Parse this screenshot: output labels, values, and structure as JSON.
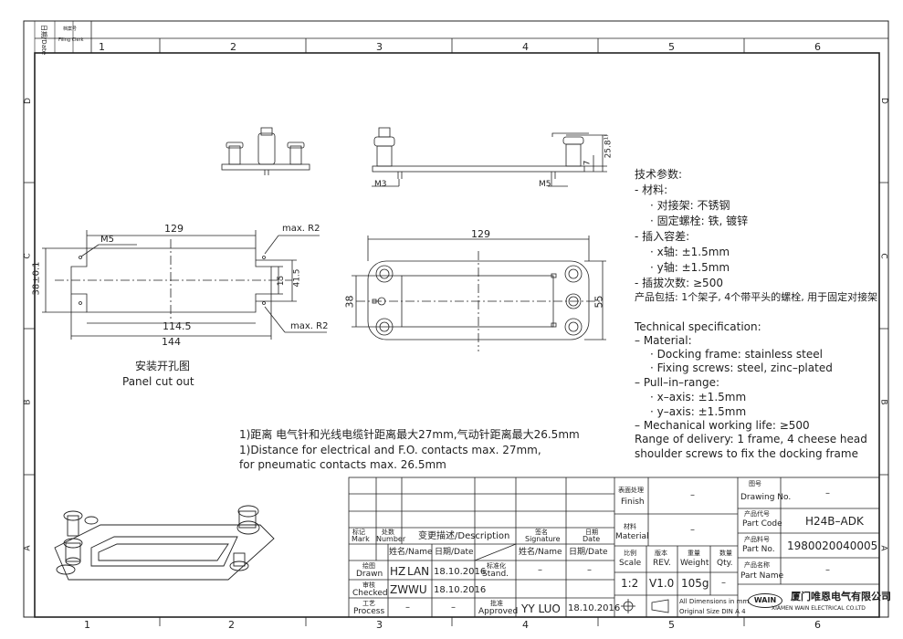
{
  "frame": {
    "top_zones": [
      "1",
      "2",
      "3",
      "4",
      "5",
      "6"
    ],
    "bottom_zones": [
      "1",
      "2",
      "3",
      "4",
      "5",
      "6"
    ],
    "side_zones": [
      "D",
      "C",
      "B",
      "A"
    ],
    "margin_labels": {
      "date": "日期/Date",
      "filing": "档案号",
      "filing_en": "Filing Clerk"
    }
  },
  "drawing": {
    "side_view_labels": {
      "m3": "M3",
      "m5": "M5",
      "dim_7": "7",
      "dim_25_8": "25.8¹⁾"
    },
    "cutout": {
      "dim_129": "129",
      "m5": "M5",
      "max_r2_top": "max. R2",
      "dim_38": "38±0.1",
      "dim_15": "15",
      "dim_41_5": "41.5",
      "dim_114_5": "114.5",
      "dim_144": "144",
      "max_r2_bottom": "max. R2",
      "title_cn": "安装开孔图",
      "title_en": "Panel cut out"
    },
    "frame_view": {
      "dim_129": "129",
      "dim_38": "38",
      "dim_55": "55"
    }
  },
  "notes": {
    "cn": "1)距离 电气针和光线电缆针距离最大27mm,气动针距离最大26.5mm",
    "en1": "1)Distance for electrical and F.O. contacts max. 27mm,",
    "en2": "for pneumatic contacts max. 26.5mm"
  },
  "spec": {
    "cn": [
      "技术参数:",
      "- 材料:",
      "· 对接架: 不锈钢",
      "· 固定螺栓: 铁, 镀锌",
      "- 插入容差:",
      "· x轴: ±1.5mm",
      "· y轴: ±1.5mm",
      "- 插拔次数: ≥500",
      "产品包括: 1个架子, 4个带平头的螺栓, 用于固定对接架"
    ],
    "en": [
      "Technical specification:",
      "– Material:",
      "· Docking frame: stainless steel",
      "· Fixing screws: steel, zinc–plated",
      "– Pull–in–range:",
      "· x–axis: ±1.5mm",
      "· y–axis: ±1.5mm",
      "– Mechanical working life: ≥500",
      "Range of delivery: 1 frame, 4 cheese head",
      "shoulder screws to fix the docking frame"
    ]
  },
  "title_block": {
    "mark_cn": "标记",
    "mark": "Mark",
    "number_cn": "处数",
    "number": "Number",
    "description": "变更描述/Description",
    "signature_cn": "签名",
    "signature": "Signature",
    "date_cn": "日期",
    "date": "Date",
    "name_hdr": "姓名/Name",
    "date_hdr": "日期/Date",
    "name_hdr2": "姓名/Name",
    "date_hdr2": "日期/Date",
    "drawn_cn": "绘图",
    "drawn": "Drawn",
    "drawn_name1": "HZ",
    "drawn_name2": "LAN",
    "drawn_date": "18.10.2016",
    "stand_cn": "标准化",
    "stand": "Stand.",
    "stand_name": "–",
    "stand_date": "–",
    "checked_cn": "审核",
    "checked": "Checked",
    "checked_name1": "ZW",
    "checked_name2": "WU",
    "checked_date": "18.10.2016",
    "process_cn": "工艺",
    "process": "Process",
    "process_name": "–",
    "process_date": "–",
    "approved_cn": "批准",
    "approved": "Approved",
    "approved_name": "YY LUO",
    "approved_date": "18.10.2016",
    "finish_cn": "表面处理",
    "finish": "Finish",
    "finish_val": "–",
    "material_cn": "材料",
    "material": "Material",
    "material_val": "–",
    "scale_cn": "比例",
    "scale": "Scale",
    "scale_val": "1:2",
    "rev_cn": "版本",
    "rev": "REV.",
    "rev_val": "V1.0",
    "weight_cn": "重量",
    "weight": "Weight",
    "weight_val": "105g",
    "qty_cn": "数量",
    "qty": "Qty.",
    "qty_val": "–",
    "dims_note1": "All Dimensions in mm",
    "dims_note2": "Original Size DIN A 4",
    "drawing_no_cn": "图号",
    "drawing_no": "Drawing No.",
    "drawing_no_val": "–",
    "part_code_cn": "产品代号",
    "part_code": "Part Code",
    "part_code_val": "H24B–ADK",
    "part_no_cn": "产品料号",
    "part_no": "Part No.",
    "part_no_val": "1980020040005",
    "part_name_cn": "产品名称",
    "part_name": "Part Name",
    "part_name_val": "–",
    "logo": "WAIN",
    "company_cn": "厦门唯恩电气有限公司",
    "company_en": "XIAMEN WAIN ELECTRICAL CO.LTD"
  }
}
